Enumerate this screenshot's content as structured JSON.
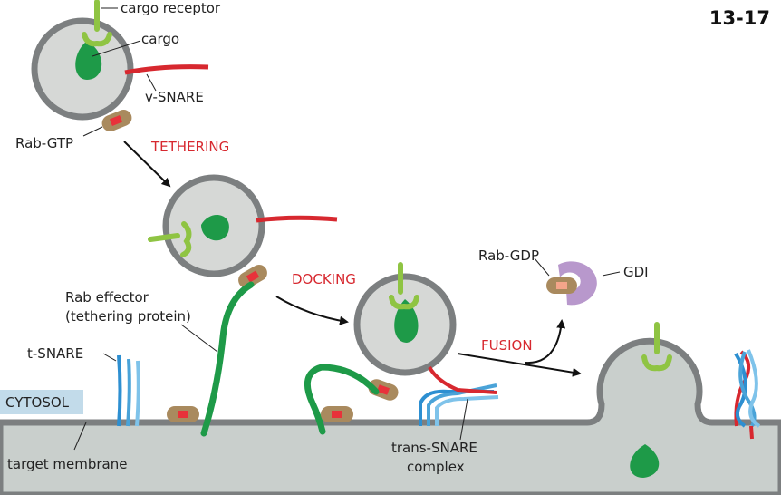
{
  "figure_number": "13-17",
  "labels": {
    "cargo_receptor": "cargo receptor",
    "cargo": "cargo",
    "v_snare": "v-SNARE",
    "rab_gtp": "Rab-GTP",
    "rab_effector": "Rab effector",
    "tethering_protein": "(tethering protein)",
    "t_snare": "t-SNARE",
    "cytosol": "CYTOSOL",
    "target_membrane": "target membrane",
    "trans_snare": "trans-SNARE",
    "complex": "complex",
    "rab_gdp": "Rab-GDP",
    "gdi": "GDI"
  },
  "steps": {
    "tethering": "TETHERING",
    "docking": "DOCKING",
    "fusion": "FUSION"
  },
  "colors": {
    "vesicle_fill": "#d6d8d6",
    "vesicle_outline": "#7c7f80",
    "membrane": "#c9cfcc",
    "cargo": "#1e9a48",
    "receptor": "#8fc443",
    "v_snare": "#d7282f",
    "t_snare": "#4aa3d8",
    "rab": "#a98a5e",
    "gdi": "#b898cc",
    "step_text": "#d7282f"
  }
}
